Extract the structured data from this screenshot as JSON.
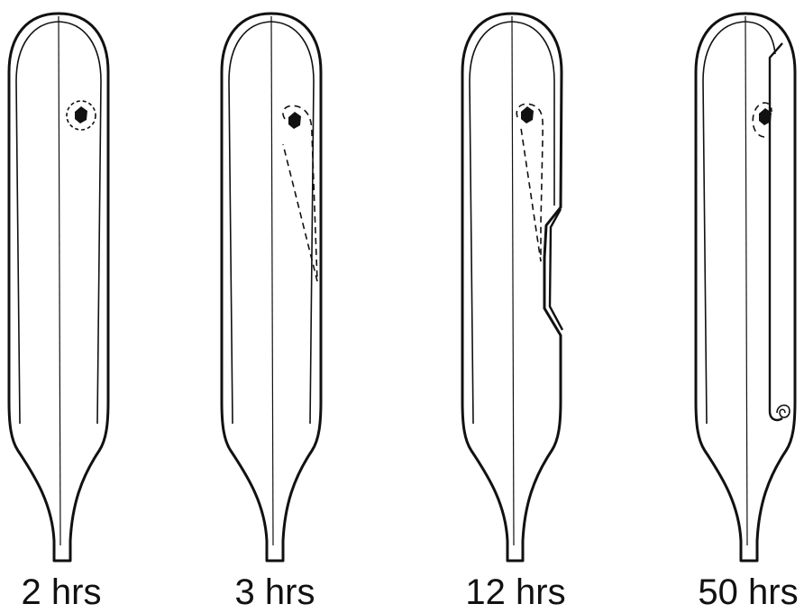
{
  "panels": [
    {
      "label": "2 hrs"
    },
    {
      "label": "3 hrs"
    },
    {
      "label": "12 hrs"
    },
    {
      "label": "50 hrs"
    }
  ]
}
